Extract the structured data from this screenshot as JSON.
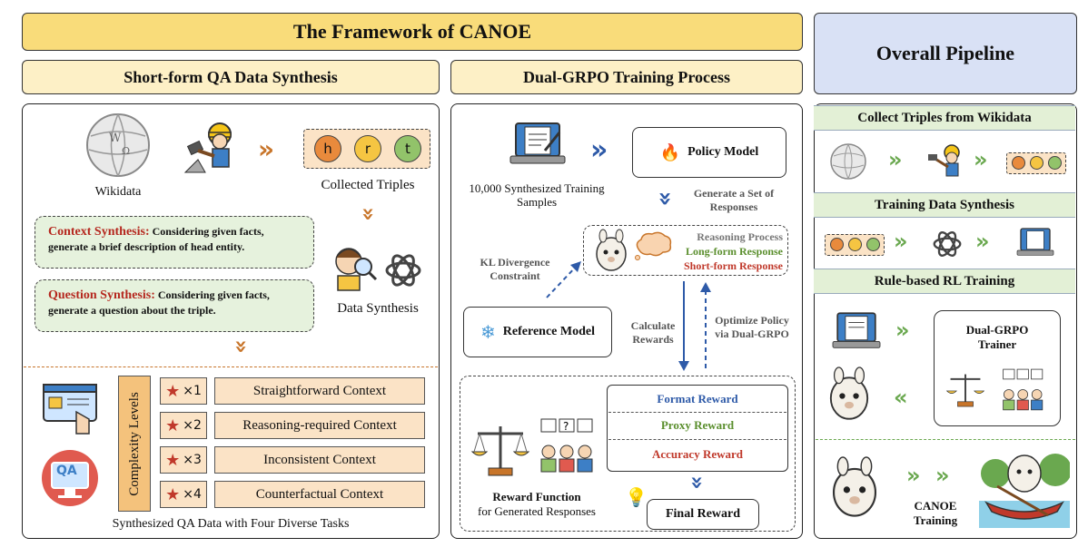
{
  "titles": {
    "framework": "The Framework of CANOE",
    "pipeline": "Overall Pipeline",
    "shortform": "Short-form QA Data Synthesis",
    "dualgrpo": "Dual-GRPO Training Process"
  },
  "left": {
    "wikidata": "Wikidata",
    "collected_triples": "Collected Triples",
    "triple_letters": [
      "h",
      "r",
      "t"
    ],
    "data_synthesis": "Data Synthesis",
    "context_title": "Context Synthesis:",
    "context_text": "Considering given facts, generate a brief description of head entity.",
    "question_title": "Question Synthesis:",
    "question_text": "Considering given facts, generate a question about the triple.",
    "complexity_label": "Complexity Levels",
    "levels": [
      {
        "mult": "×1",
        "label": "Straightforward Context"
      },
      {
        "mult": "×2",
        "label": "Reasoning-required Context"
      },
      {
        "mult": "×3",
        "label": "Inconsistent Context"
      },
      {
        "mult": "×4",
        "label": "Counterfactual Context"
      }
    ],
    "qa_badge": "QA",
    "caption": "Synthesized QA Data with Four Diverse Tasks"
  },
  "middle": {
    "samples": "10,000 Synthesized Training Samples",
    "policy": "Policy Model",
    "generate": "Generate a Set of Responses",
    "reasoning": "Reasoning Process",
    "long_form": "Long-form Response",
    "short_form": "Short-form Response",
    "kl": "KL Divergence Constraint",
    "reference": "Reference Model",
    "calculate": "Calculate Rewards",
    "optimize": "Optimize Policy via Dual-GRPO",
    "format_reward": "Format Reward",
    "proxy_reward": "Proxy Reward",
    "accuracy_reward": "Accuracy Reward",
    "final_reward": "Final Reward",
    "reward_fn_title": "Reward Function",
    "reward_fn_sub": "for Generated Responses"
  },
  "right": {
    "collect": "Collect Triples from Wikidata",
    "training_synth": "Training Data Synthesis",
    "rule_rl": "Rule-based RL Training",
    "trainer": "Dual-GRPO Trainer",
    "canoe_training": "CANOE Training"
  },
  "colors": {
    "banner_yellow": "#f9dc7a",
    "subbanner_yellow": "#fdf0c6",
    "pipeline_blue": "#d9e1f5",
    "green_box": "#e6f2dd",
    "context_red": "#b5271e",
    "format_blue": "#2e5aa8",
    "proxy_green": "#5b8f2e",
    "accuracy_red": "#c0392b"
  }
}
